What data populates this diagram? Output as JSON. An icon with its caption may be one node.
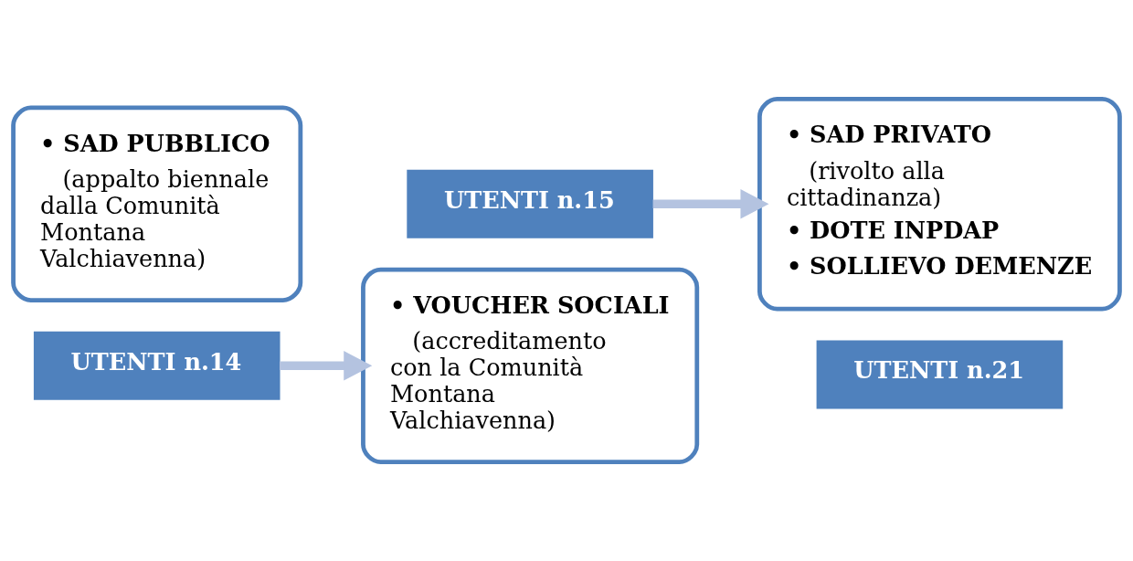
{
  "diagram": {
    "nodes": [
      {
        "text": [
          "• SAD PUBBLICO",
          "(appalto biennale dalla Comunità Montana Valchiavenna)"
        ]
      },
      {
        "text": [
          "UTENTI n.14"
        ]
      },
      {
        "text": [
          "• VOUCHER SOCIALI",
          "(accreditamento con la Comunità Montana Valchiavenna)"
        ]
      },
      {
        "text": [
          "UTENTI n.15"
        ]
      },
      {
        "text": [
          "• SAD PRIVATO",
          "(rivolto alla cittadinanza)",
          "• DOTE INPDAP",
          "• SOLLIEVO DEMENZE"
        ]
      },
      {
        "text": [
          "UTENTI n.21"
        ]
      }
    ],
    "edges": [
      {
        "from": 1,
        "to": 2,
        "arrow": "to"
      },
      {
        "from": 3,
        "to": 4,
        "arrow": "to"
      }
    ]
  }
}
